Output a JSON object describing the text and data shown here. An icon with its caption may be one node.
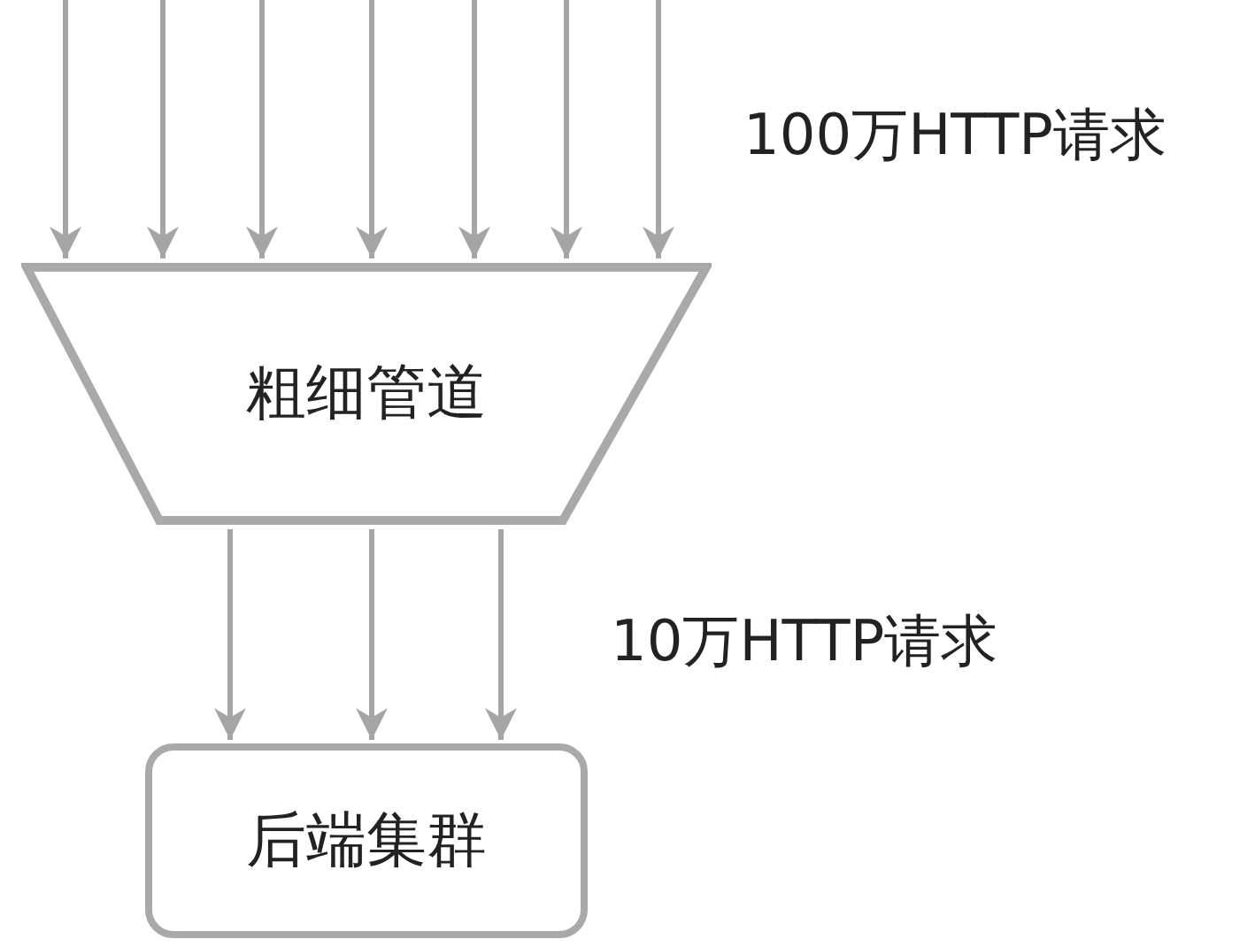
{
  "diagram": {
    "nodes": [
      {
        "text": [
          "粗细管道"
        ]
      },
      {
        "text": [
          "后端集群"
        ]
      }
    ],
    "edges": [
      {
        "from": null,
        "to": 0,
        "arrow": "to"
      },
      {
        "from": null,
        "to": 0,
        "arrow": "to"
      },
      {
        "from": null,
        "to": 0,
        "arrow": "to"
      },
      {
        "from": null,
        "to": 0,
        "arrow": "to"
      },
      {
        "from": null,
        "to": 0,
        "arrow": "to"
      },
      {
        "from": null,
        "to": 0,
        "arrow": "to"
      },
      {
        "from": null,
        "to": 0,
        "arrow": "to"
      },
      {
        "from": 0,
        "to": 1,
        "arrow": "to"
      },
      {
        "from": 0,
        "to": 1,
        "arrow": "to"
      },
      {
        "from": 0,
        "to": 1,
        "arrow": "to"
      }
    ],
    "labels": [
      "100万HTTP请求",
      "10万HTTP请求"
    ]
  }
}
